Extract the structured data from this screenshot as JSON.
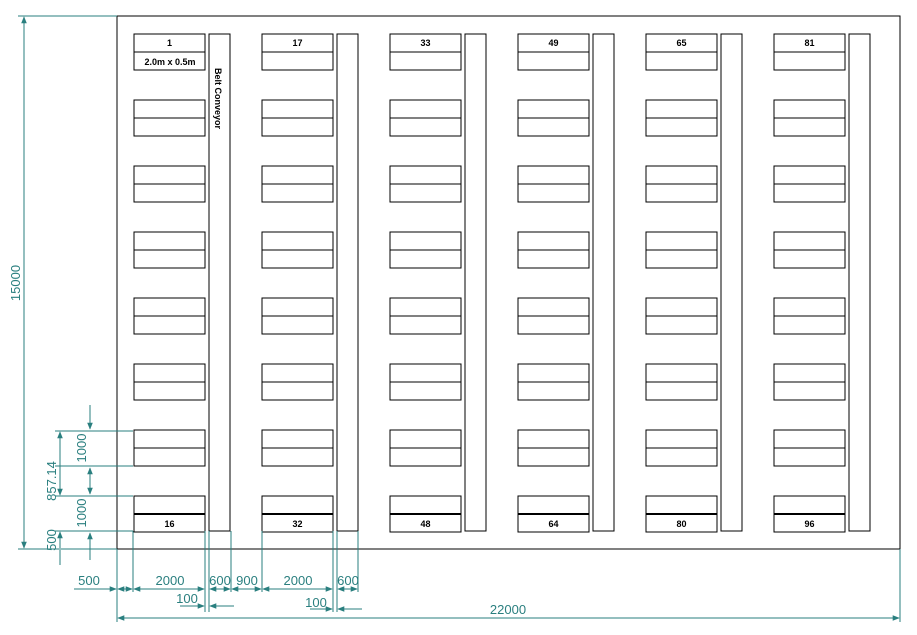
{
  "workstations": {
    "first_top_label": "1",
    "size_label": "2.0m x 0.5m",
    "column_top_labels": [
      "1",
      "17",
      "33",
      "49",
      "65",
      "81"
    ],
    "column_bottom_labels": [
      "16",
      "32",
      "48",
      "64",
      "80",
      "96"
    ]
  },
  "conveyor": {
    "label": "Belt Conveyor"
  },
  "dimensions": {
    "total_width": "22000",
    "total_height": "15000",
    "left_margin": "500",
    "desk_width": "2000",
    "conveyor_width": "600",
    "aisle_width": "900",
    "desk_width_2": "2000",
    "conveyor_width_2": "600",
    "gap_1": "100",
    "gap_2": "100",
    "row_height_top": "1000",
    "row_pitch": "857.14",
    "row_height_bottom": "1000",
    "bottom_margin": "500"
  },
  "colors": {
    "dimension": "#2a7f7f",
    "outline": "#000000"
  }
}
